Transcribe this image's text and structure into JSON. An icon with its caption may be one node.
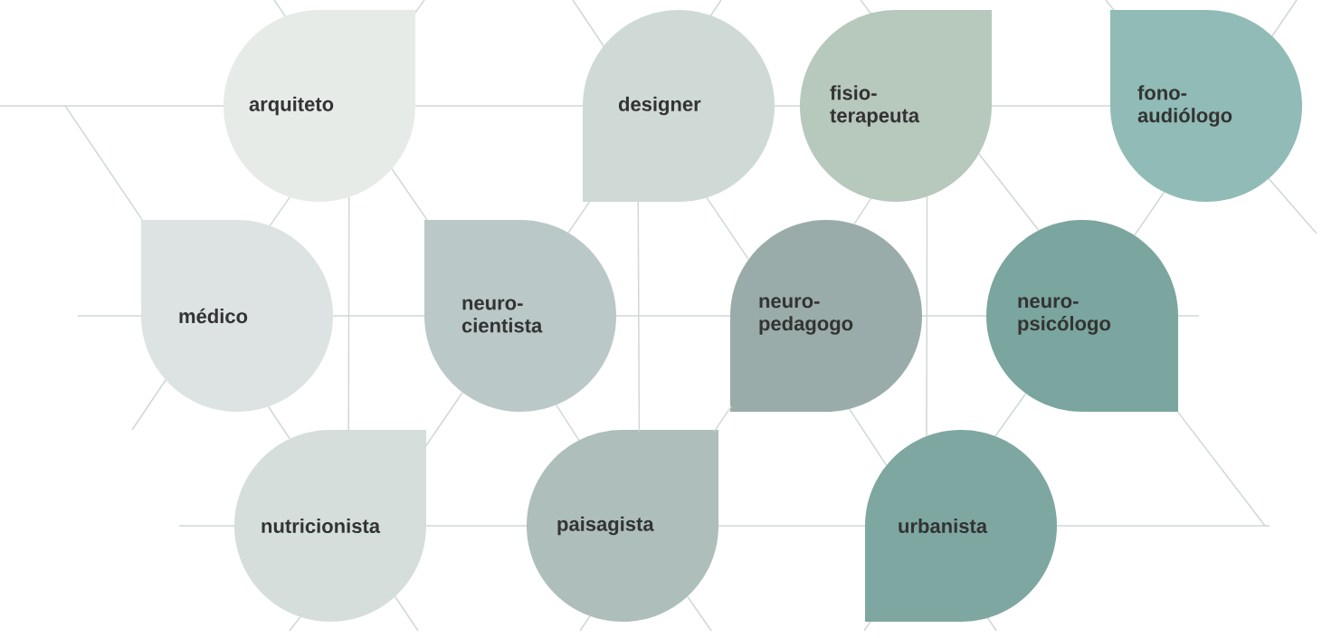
{
  "diagram": {
    "nodes": [
      {
        "text": [
          "arquiteto"
        ]
      },
      {
        "text": [
          "designer"
        ]
      },
      {
        "text": [
          "fisio- terapeuta"
        ]
      },
      {
        "text": [
          "fono- audiólogo"
        ]
      },
      {
        "text": [
          "médico"
        ]
      },
      {
        "text": [
          "neuro- cientista"
        ]
      },
      {
        "text": [
          "neuro- pedagogo"
        ]
      },
      {
        "text": [
          "neuro- psicólogo"
        ]
      },
      {
        "text": [
          "nutricionista"
        ]
      },
      {
        "text": [
          "paisagista"
        ]
      },
      {
        "text": [
          "urbanista"
        ]
      }
    ],
    "edges": [
      {
        "from": 0,
        "to": 1,
        "arrow": "none"
      },
      {
        "from": 1,
        "to": 2,
        "arrow": "none"
      },
      {
        "from": 2,
        "to": 3,
        "arrow": "none"
      },
      {
        "from": 0,
        "to": 4,
        "arrow": "none"
      },
      {
        "from": 0,
        "to": 5,
        "arrow": "none"
      },
      {
        "from": 0,
        "to": 8,
        "arrow": "none"
      },
      {
        "from": 1,
        "to": 5,
        "arrow": "none"
      },
      {
        "from": 1,
        "to": 6,
        "arrow": "none"
      },
      {
        "from": 1,
        "to": 9,
        "arrow": "none"
      },
      {
        "from": 2,
        "to": 6,
        "arrow": "none"
      },
      {
        "from": 2,
        "to": 7,
        "arrow": "none"
      },
      {
        "from": 2,
        "to": 10,
        "arrow": "none"
      },
      {
        "from": 3,
        "to": 7,
        "arrow": "none"
      },
      {
        "from": 4,
        "to": 5,
        "arrow": "none"
      },
      {
        "from": 5,
        "to": 6,
        "arrow": "none"
      },
      {
        "from": 6,
        "to": 7,
        "arrow": "none"
      },
      {
        "from": 4,
        "to": 8,
        "arrow": "none"
      },
      {
        "from": 5,
        "to": 8,
        "arrow": "none"
      },
      {
        "from": 5,
        "to": 9,
        "arrow": "none"
      },
      {
        "from": 6,
        "to": 9,
        "arrow": "none"
      },
      {
        "from": 6,
        "to": 10,
        "arrow": "none"
      },
      {
        "from": 7,
        "to": 10,
        "arrow": "none"
      },
      {
        "from": 8,
        "to": 9,
        "arrow": "none"
      },
      {
        "from": 9,
        "to": 10,
        "arrow": "none"
      },
      {
        "from": 0,
        "to": 4,
        "arrow": "none"
      },
      {
        "from": 7,
        "to": 10,
        "arrow": "none"
      }
    ]
  }
}
